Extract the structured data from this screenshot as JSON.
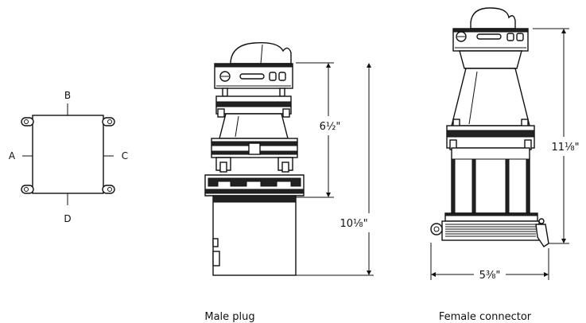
{
  "side_labels": {
    "a": "A",
    "b": "B",
    "c": "C",
    "d": "D"
  },
  "dimensions": {
    "male_upper_height": "6½\"",
    "male_total_height": "10⅛\"",
    "female_total_height": "11⅛\"",
    "female_width": "5⅜\""
  },
  "captions": {
    "male": "Male plug",
    "female": "Female connector"
  }
}
